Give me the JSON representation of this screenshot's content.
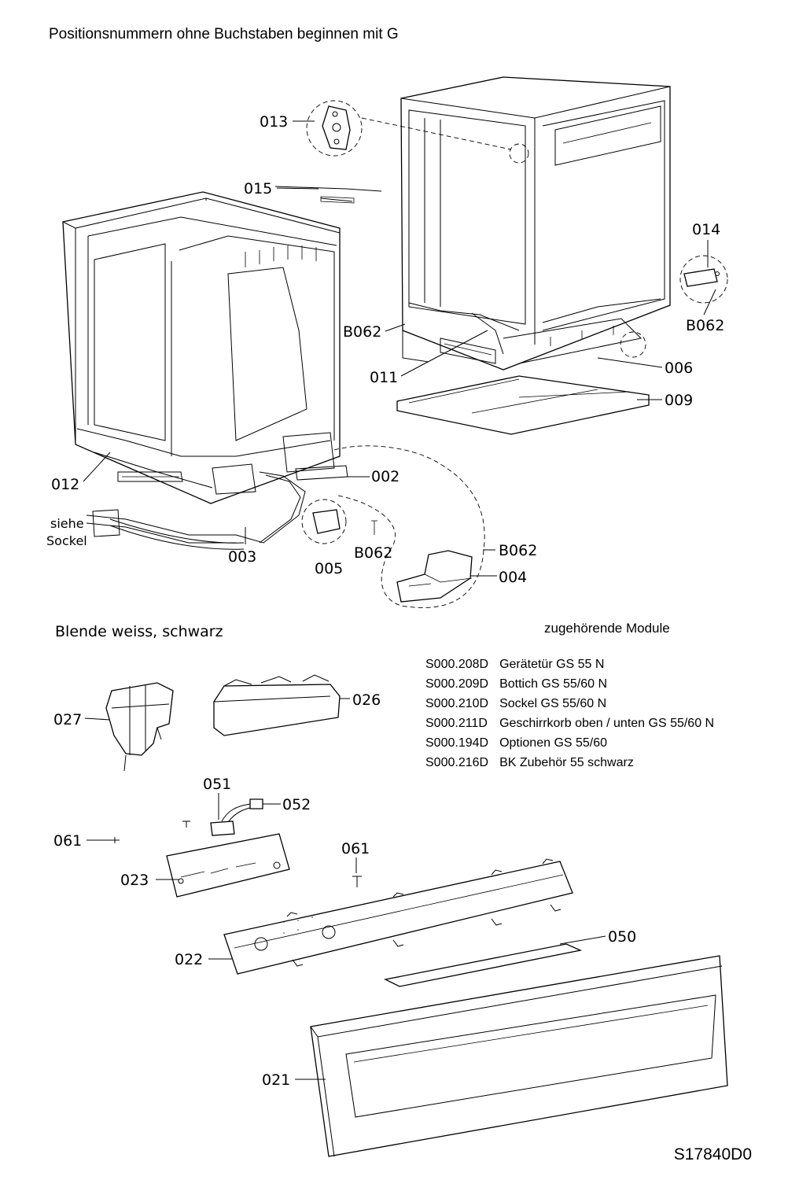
{
  "header": "Positionsnummern ohne Buchstaben beginnen mit G",
  "section_label": "Blende weiss, schwarz",
  "modules": {
    "title": "zugehörende Module",
    "rows": [
      {
        "code": "S000.208D",
        "desc": "Gerätetür GS 55 N"
      },
      {
        "code": "S000.209D",
        "desc": "Bottich GS 55/60 N"
      },
      {
        "code": "S000.210D",
        "desc": "Sockel GS 55/60 N"
      },
      {
        "code": "S000.211D",
        "desc": "Geschirrkorb oben / unten GS 55/60 N"
      },
      {
        "code": "S000.194D",
        "desc": "Optionen GS 55/60"
      },
      {
        "code": "S000.216D",
        "desc": "BK Zubehör 55 schwarz"
      }
    ]
  },
  "part_labels": {
    "p013": "013",
    "p015": "015",
    "p014": "014",
    "p012": "012",
    "p011": "011",
    "p006": "006",
    "p009": "009",
    "p002": "002",
    "p003": "003",
    "p005": "005",
    "p004": "004",
    "b062_a": "B062",
    "b062_b": "B062",
    "b062_c": "B062",
    "b062_d": "B062",
    "p027": "027",
    "p026": "026",
    "p051": "051",
    "p052": "052",
    "p061_a": "061",
    "p061_b": "061",
    "p023": "023",
    "p022": "022",
    "p050": "050",
    "p021": "021"
  },
  "note_siehe": "siehe",
  "note_sockel": "Sockel",
  "drawing_code": "S17840D0"
}
